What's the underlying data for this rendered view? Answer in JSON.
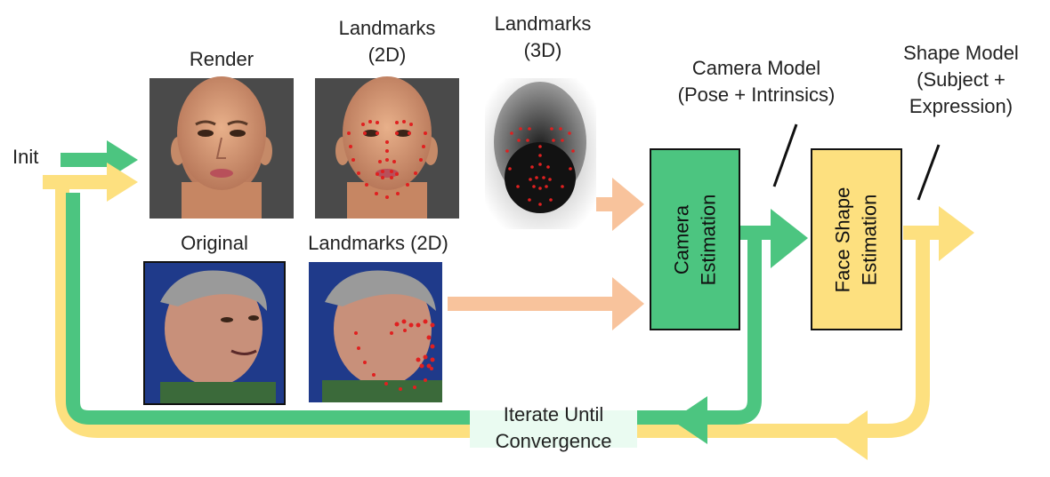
{
  "labels": {
    "init": "Init",
    "render": "Render",
    "landmarks_2d_line1": "Landmarks",
    "landmarks_2d_line2": "(2D)",
    "landmarks_3d_line1": "Landmarks",
    "landmarks_3d_line2": "(3D)",
    "original": "Original",
    "landmarks_2d_photo": "Landmarks (2D)",
    "camera_model_line1": "Camera Model",
    "camera_model_line2": "(Pose + Intrinsics)",
    "shape_model_line1": "Shape Model",
    "shape_model_line2": "(Subject +",
    "shape_model_line3": "Expression)",
    "iterate_line1": "Iterate Until",
    "iterate_line2": "Convergence"
  },
  "boxes": {
    "camera_line1": "Camera",
    "camera_line2": "Estimation",
    "face_line1": "Face Shape",
    "face_line2": "Estimation"
  },
  "colors": {
    "green": "#4cc580",
    "yellow": "#fde07f",
    "peach": "#f8c39c",
    "camera_box": "#4cc580",
    "face_box": "#fde07f"
  }
}
